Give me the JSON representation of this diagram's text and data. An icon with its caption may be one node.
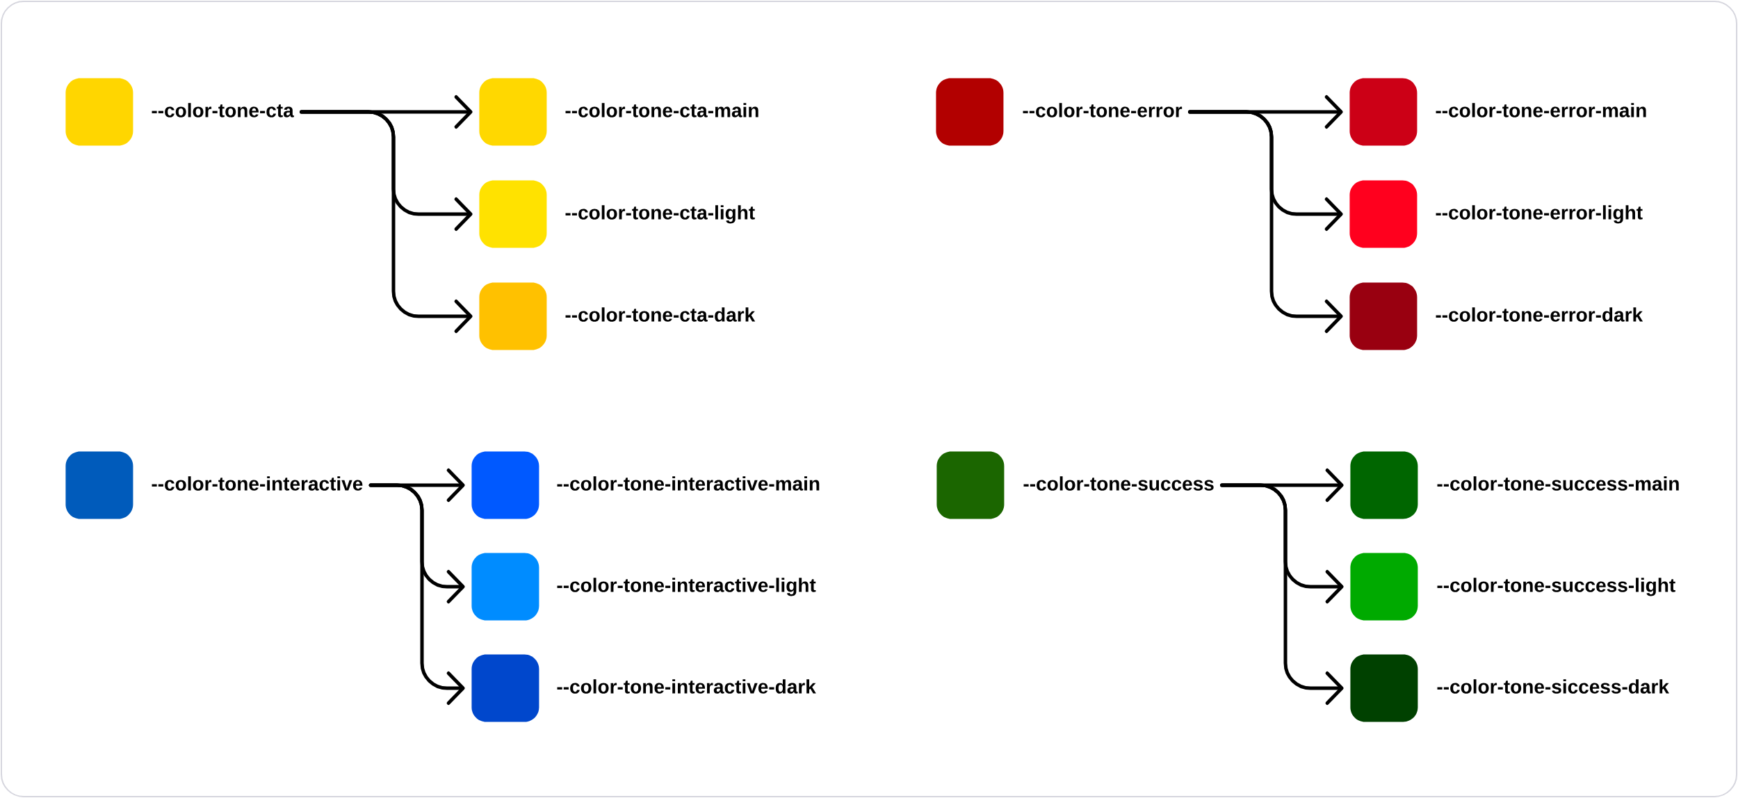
{
  "diagram": {
    "nodes": [
      {
        "text": [],
        "shape": "box",
        "beside": [
          "--color-tone-cta"
        ]
      },
      {
        "text": [],
        "shape": "box",
        "beside": [
          "--color-tone-cta-main"
        ]
      },
      {
        "text": [],
        "shape": "box",
        "beside": [
          "--color-tone-cta-light"
        ]
      },
      {
        "text": [],
        "shape": "box",
        "beside": [
          "--color-tone-cta-dark"
        ]
      },
      {
        "text": [],
        "shape": "box",
        "beside": [
          "--color-tone-error"
        ]
      },
      {
        "text": [],
        "shape": "box",
        "beside": [
          "--color-tone-error-main"
        ]
      },
      {
        "text": [],
        "shape": "box",
        "beside": [
          "--color-tone-error-light"
        ]
      },
      {
        "text": [],
        "shape": "box",
        "beside": [
          "--color-tone-error-dark"
        ]
      },
      {
        "text": [],
        "shape": "box",
        "beside": [
          "--color-tone-interactive"
        ]
      },
      {
        "text": [],
        "shape": "box",
        "beside": [
          "--color-tone-interactive-main"
        ]
      },
      {
        "text": [],
        "shape": "box",
        "beside": [
          "--color-tone-interactive-light"
        ]
      },
      {
        "text": [],
        "shape": "box",
        "beside": [
          "--color-tone-interactive-dark"
        ]
      },
      {
        "text": [],
        "shape": "box",
        "beside": [
          "--color-tone-success"
        ]
      },
      {
        "text": [],
        "shape": "box",
        "beside": [
          "--color-tone-success-main"
        ]
      },
      {
        "text": [],
        "shape": "box",
        "beside": [
          "--color-tone-success-light"
        ]
      },
      {
        "text": [],
        "shape": "box",
        "beside": [
          "--color-tone-siccess-dark"
        ]
      }
    ],
    "edges": [
      {
        "from": 0,
        "to": 1,
        "arrow": "to"
      },
      {
        "from": 0,
        "to": 2,
        "arrow": "to"
      },
      {
        "from": 0,
        "to": 3,
        "arrow": "to"
      },
      {
        "from": 4,
        "to": 5,
        "arrow": "to"
      },
      {
        "from": 4,
        "to": 6,
        "arrow": "to"
      },
      {
        "from": 4,
        "to": 7,
        "arrow": "to"
      },
      {
        "from": 8,
        "to": 9,
        "arrow": "to"
      },
      {
        "from": 8,
        "to": 10,
        "arrow": "to"
      },
      {
        "from": 8,
        "to": 11,
        "arrow": "to"
      },
      {
        "from": 12,
        "to": 13,
        "arrow": "to"
      },
      {
        "from": 12,
        "to": 14,
        "arrow": "to"
      },
      {
        "from": 12,
        "to": 15,
        "arrow": "to"
      }
    ]
  }
}
